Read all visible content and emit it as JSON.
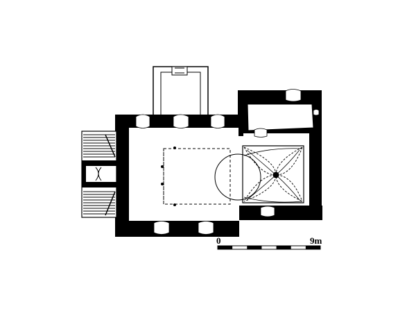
{
  "scale_bar": {
    "start_label": "0",
    "end_label": "9m",
    "segments": 7
  },
  "colors": {
    "wall": "#000000",
    "background": "#ffffff",
    "line": "#000000"
  }
}
